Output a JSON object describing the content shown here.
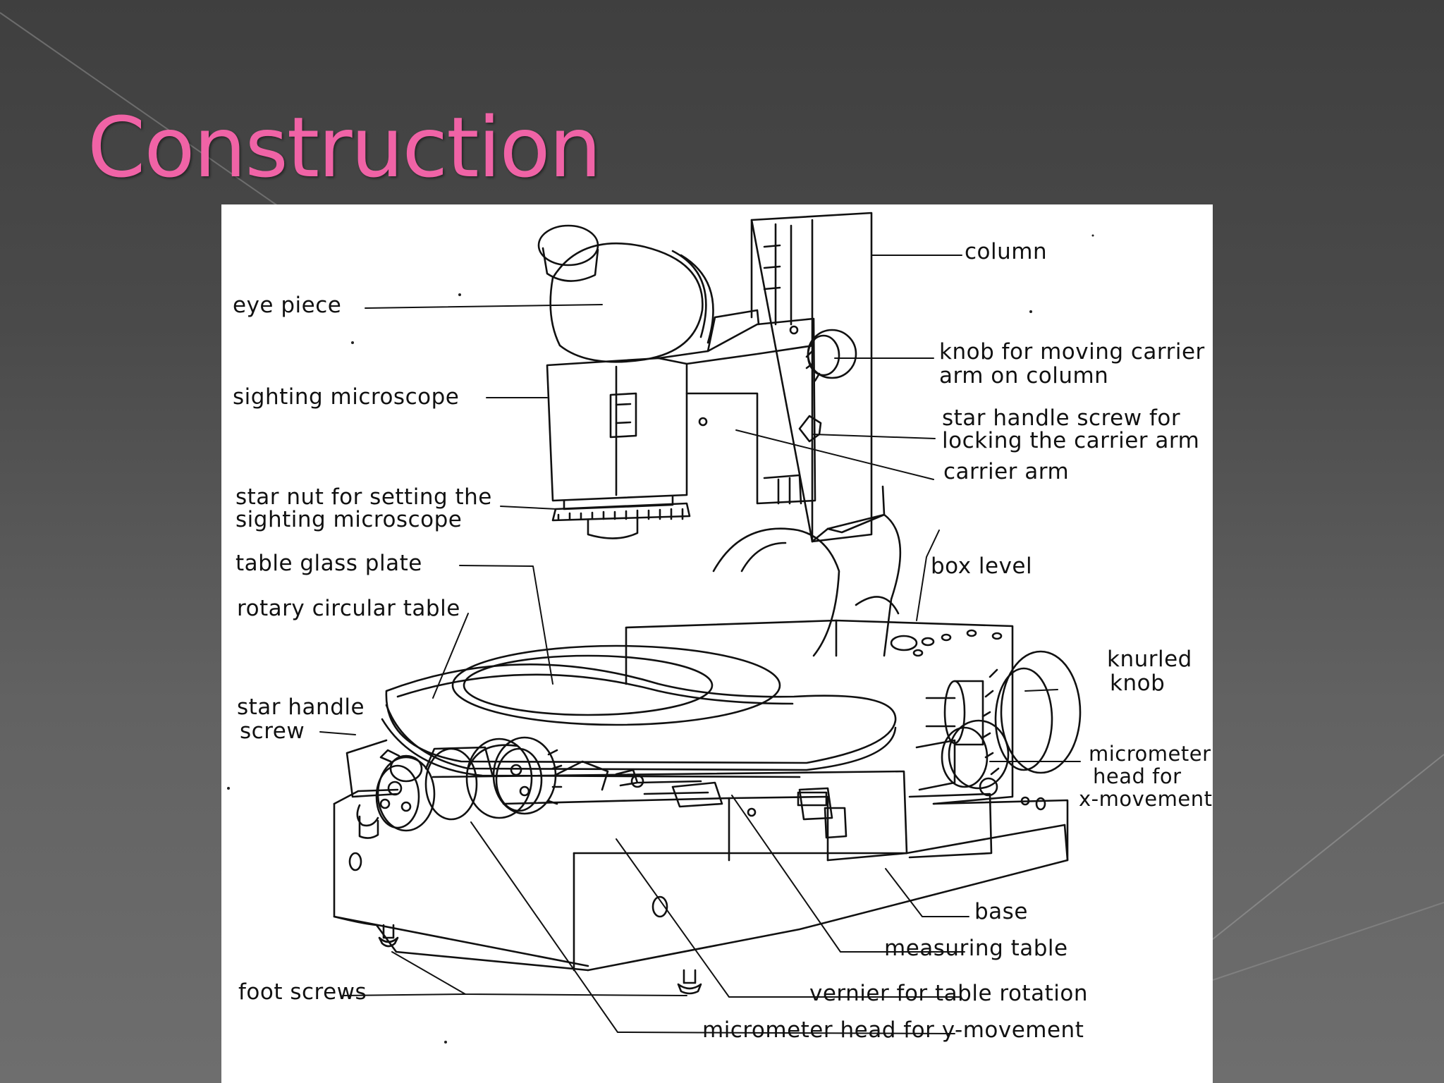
{
  "slide": {
    "title": "Construction"
  },
  "diagram": {
    "labels": {
      "column": "column",
      "eye_piece": "eye piece",
      "sighting_microscope": "sighting microscope",
      "knob_carrier_1": "knob for moving carrier",
      "knob_carrier_2": "arm on column",
      "star_screw_1": "star handle screw for",
      "star_screw_2": "locking the carrier arm",
      "carrier_arm": "carrier arm",
      "star_nut_1": "star nut for setting the",
      "star_nut_2": "sighting microscope",
      "table_glass_plate": "table glass plate",
      "rotary_table": "rotary circular table",
      "box_level": "box level",
      "knurled_1": "knurled",
      "knurled_2": "knob",
      "star_handle_1": "star handle",
      "star_handle_2": "screw",
      "micrometer_x_1": "micrometer",
      "micrometer_x_2": "head for",
      "micrometer_x_3": "x-movement",
      "base": "base",
      "measuring_table": "measuring table",
      "foot_screws": "foot screws",
      "vernier": "vernier for table rotation",
      "micrometer_y": "micrometer head for y-movement"
    }
  }
}
